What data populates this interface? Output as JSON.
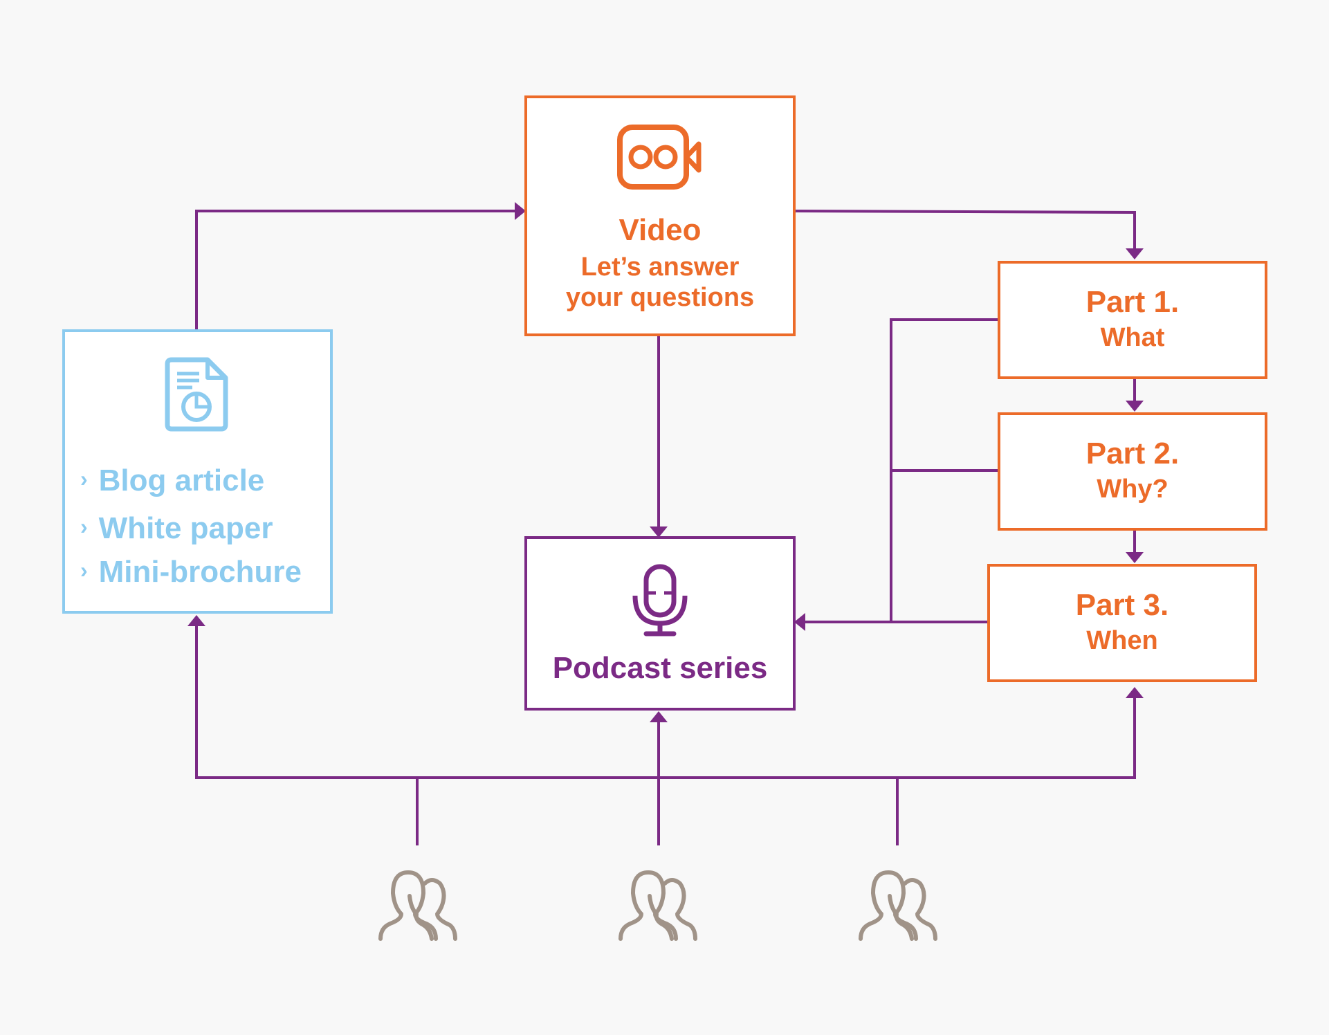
{
  "colors": {
    "background": "#f8f8f8",
    "video_orange": "#ec6b29",
    "podcast_purple": "#7b2a85",
    "content_blue": "#8ccbef",
    "audience_taupe": "#a09388",
    "connector": "#7b2a85"
  },
  "video": {
    "icon": "video-camera-icon",
    "title": "Video",
    "subtitle_line1": "Let’s answer",
    "subtitle_line2": "your questions"
  },
  "content": {
    "icon": "document-chart-icon",
    "items": [
      {
        "chevron": "›",
        "label": "Blog article"
      },
      {
        "chevron": "›",
        "label": "White paper"
      },
      {
        "chevron": "›",
        "label": "Mini-brochure"
      }
    ]
  },
  "podcast": {
    "icon": "microphone-icon",
    "title": "Podcast series"
  },
  "parts": [
    {
      "title": "Part 1.",
      "subtitle": "What"
    },
    {
      "title": "Part 2.",
      "subtitle": "Why?"
    },
    {
      "title": "Part 3.",
      "subtitle": "When"
    }
  ],
  "audience": {
    "icon": "audience-group-icon",
    "groups": 3
  }
}
